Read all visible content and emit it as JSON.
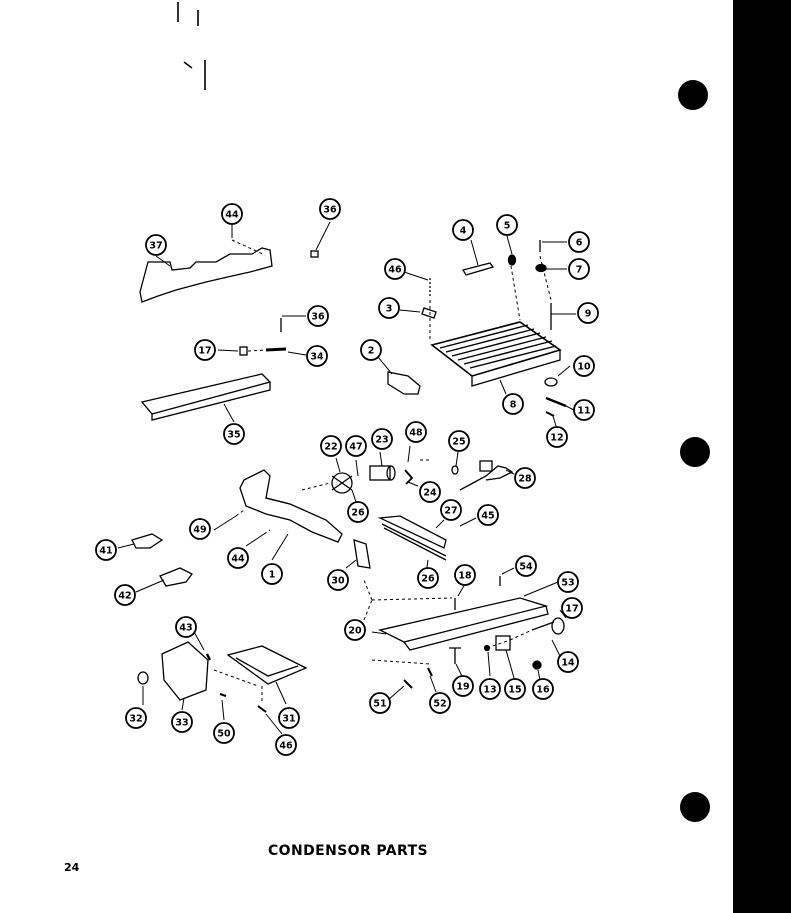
{
  "title": "CONDENSOR PARTS",
  "page_number": "24",
  "callouts": [
    "44",
    "36",
    "37",
    "4",
    "5",
    "6",
    "7",
    "46",
    "3",
    "9",
    "36",
    "17",
    "34",
    "2",
    "8",
    "10",
    "11",
    "12",
    "35",
    "22",
    "47",
    "23",
    "48",
    "25",
    "28",
    "24",
    "26",
    "27",
    "45",
    "49",
    "1",
    "44",
    "41",
    "26",
    "30",
    "42",
    "18",
    "54",
    "53",
    "17",
    "20",
    "43",
    "14",
    "19",
    "13",
    "15",
    "16",
    "32",
    "33",
    "50",
    "31",
    "46",
    "51",
    "52"
  ]
}
